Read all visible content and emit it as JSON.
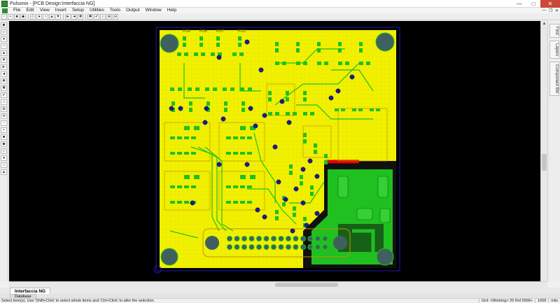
{
  "window": {
    "title": "Pulsonix - [PCB Design:Interfaccia NG]"
  },
  "menu": [
    "File",
    "Edit",
    "View",
    "Insert",
    "Setup",
    "Utilities",
    "Tools",
    "Output",
    "Window",
    "Help"
  ],
  "toolbar_icons": [
    "new-icon",
    "open-icon",
    "save-icon",
    "print-icon",
    "cut-icon",
    "copy-icon",
    "paste-icon",
    "undo-icon",
    "redo-icon",
    "select-icon",
    "route-icon",
    "component-icon",
    "zoom-in-icon",
    "zoom-out-icon",
    "zoom-all-icon",
    "zoom-window-icon",
    "refresh-icon"
  ],
  "left_tools": [
    "select-tool-icon",
    "pad-tool-icon",
    "track-tool-icon",
    "via-tool-icon",
    "copper-tool-icon",
    "shape-tool-icon",
    "text-tool-icon",
    "dimension-tool-icon",
    "arc-tool-icon",
    "measure-tool-icon",
    "layer-tool-icon",
    "component-tool-icon",
    "board-tool-icon",
    "hole-tool-icon",
    "area-tool-icon",
    "move-tool-icon",
    "rotate-tool-icon",
    "mirror-tool-icon",
    "align-tool-icon",
    "snap-tool-icon",
    "grid-tool-icon",
    "drc-tool-icon"
  ],
  "right_tabs": [
    "Find",
    "Layers",
    "Component Bin"
  ],
  "board": {
    "labels": [
      "R38",
      "R36",
      "R37",
      "R33"
    ],
    "colors": {
      "background": "#000000",
      "copper_top": "#f0f000",
      "pad": "#1fc01f",
      "via": "#1c1c8c",
      "outline": "#1c1caa",
      "hole": "#406060",
      "keepout": "#e00000"
    }
  },
  "document_tab": "Interfaccia NG",
  "database_tab": "Database",
  "status": {
    "hint": "Select item(s). Use 'Shift+Click' to select whole items and 'Ctrl+Click' to alter the selection.",
    "grid": "Grd: <Working> 25 Rel 5568+",
    "coord": "1658",
    "units": "mils"
  }
}
